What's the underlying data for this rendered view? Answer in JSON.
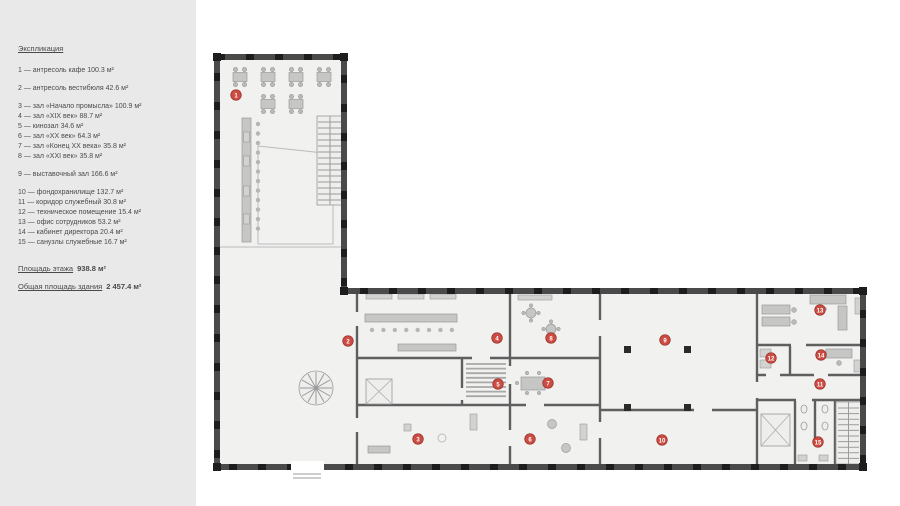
{
  "legend": {
    "title": "Экспликация",
    "items": [
      "1 — антресоль кафе 100.3 м²",
      "2 — антресоль вестибюля 42.6 м²",
      "3 — зал «Начало промысла» 100.9 м²",
      "4 — зал «XIX век» 88.7 м²",
      "5 — кинозал 34.6 м²",
      "6 — зал «XX век» 64.3 м²",
      "7 — зал «Конец XX века» 35.8 м²",
      "8 — зал «XXI век» 35.8 м²",
      "9 — выставочный зал 166.6 м²",
      "10 — фондохранилище 132.7 м²",
      "11 — коридор служебный 30.8 м²",
      "12 — техническое помещение 15.4 м²",
      "13 — офис сотрудников 53.2 м²",
      "14 — кабинет директора 20.4 м²",
      "15 — санузлы служебные 16.7 м²"
    ],
    "summary": [
      {
        "label": "Площадь этажа",
        "value": "938.8 м²"
      },
      {
        "label": "Общая площадь здания",
        "value": "2 457.4 м²"
      }
    ]
  },
  "plan": {
    "markers": [
      {
        "num": "1"
      },
      {
        "num": "2"
      },
      {
        "num": "3"
      },
      {
        "num": "4"
      },
      {
        "num": "5"
      },
      {
        "num": "6"
      },
      {
        "num": "7"
      },
      {
        "num": "8"
      },
      {
        "num": "9"
      },
      {
        "num": "10"
      },
      {
        "num": "11"
      },
      {
        "num": "12"
      },
      {
        "num": "13"
      },
      {
        "num": "14"
      },
      {
        "num": "15"
      }
    ],
    "colors": {
      "marker_red": "#cc4b42",
      "wall_gray": "#4a4a4a",
      "wall_pier_black": "#1d1d1d",
      "room_fill": "#f1f1f0",
      "panel_bg": "#e9e9e9"
    }
  }
}
